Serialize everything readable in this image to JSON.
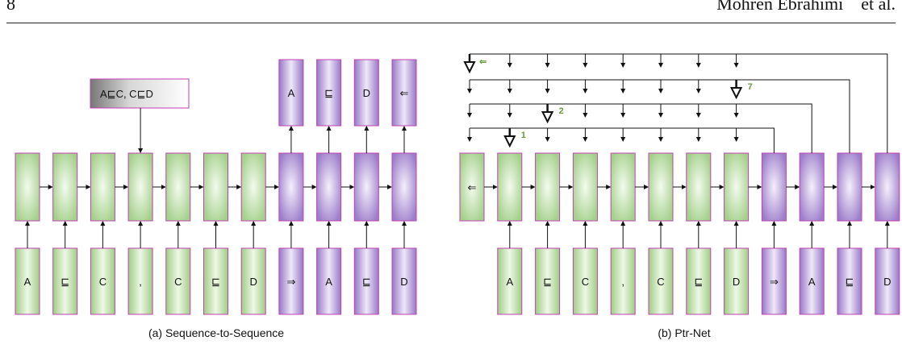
{
  "header": {
    "page_number": "8",
    "running_head": "Mohren Ebrahimi    et al."
  },
  "seq2seq": {
    "caption": "(a) Sequence-to-Sequence",
    "attention_box": "A⊑C, C⊑D",
    "inputs": [
      {
        "label": "A",
        "kind": "enc"
      },
      {
        "label": "⊑",
        "kind": "enc"
      },
      {
        "label": "C",
        "kind": "enc"
      },
      {
        "label": ",",
        "kind": "enc"
      },
      {
        "label": "C",
        "kind": "enc"
      },
      {
        "label": "⊑",
        "kind": "enc"
      },
      {
        "label": "D",
        "kind": "enc"
      },
      {
        "label": "⇒",
        "kind": "dec"
      },
      {
        "label": "A",
        "kind": "dec"
      },
      {
        "label": "⊑",
        "kind": "dec"
      },
      {
        "label": "D",
        "kind": "dec"
      }
    ],
    "outputs": [
      "A",
      "⊑",
      "D",
      "⇐"
    ]
  },
  "ptrnet": {
    "caption": "(b) Ptr-Net",
    "start_cell_label": "⇐",
    "top_marker": "⇐",
    "inputs": [
      {
        "label": "A",
        "kind": "enc"
      },
      {
        "label": "⊑",
        "kind": "enc"
      },
      {
        "label": "C",
        "kind": "enc"
      },
      {
        "label": ",",
        "kind": "enc"
      },
      {
        "label": "C",
        "kind": "enc"
      },
      {
        "label": "⊑",
        "kind": "enc"
      },
      {
        "label": "D",
        "kind": "enc"
      },
      {
        "label": "⇒",
        "kind": "dec"
      },
      {
        "label": "A",
        "kind": "dec"
      },
      {
        "label": "⊑",
        "kind": "dec"
      },
      {
        "label": "D",
        "kind": "dec"
      }
    ],
    "pointers": [
      {
        "label": "1"
      },
      {
        "label": "2"
      },
      {
        "label": "7"
      }
    ]
  },
  "colors": {
    "encoder": "#b8dca0",
    "decoder": "#a98bd0",
    "border": "#c040b0",
    "pointer_number": "#6a9a3a"
  }
}
